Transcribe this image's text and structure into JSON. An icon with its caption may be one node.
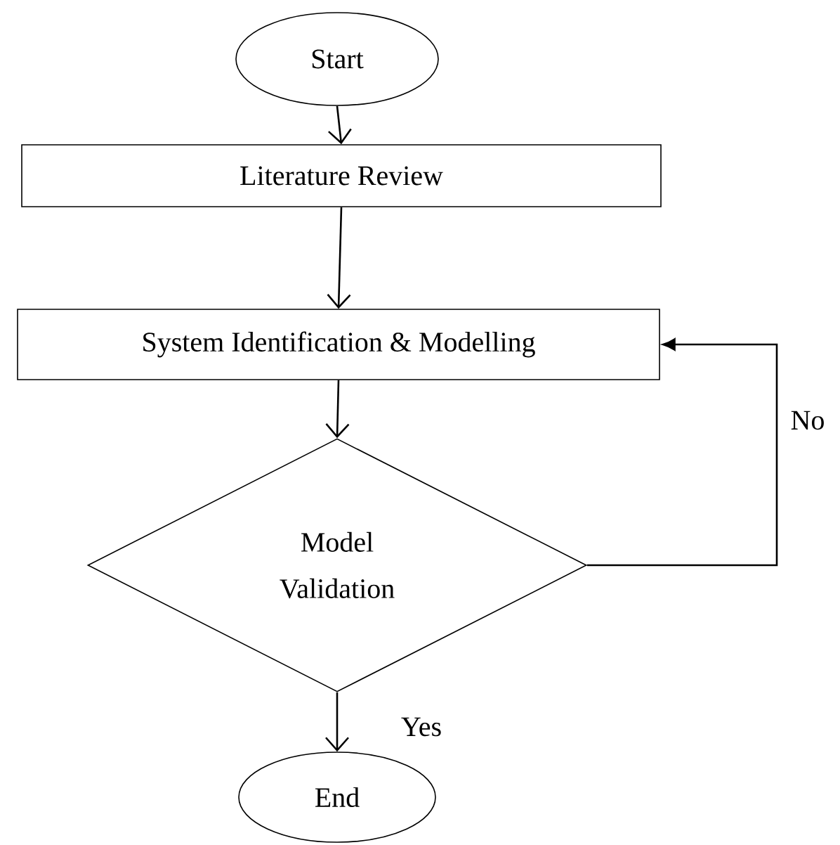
{
  "diagram": {
    "nodes": [
      {
        "text": [
          "Start"
        ]
      },
      {
        "text": [
          "Literature Review"
        ]
      },
      {
        "text": [
          "System Identification & Modelling"
        ]
      },
      {
        "text": [
          "Model Validation"
        ]
      },
      {
        "text": [
          "End"
        ]
      }
    ],
    "edges": [
      {
        "from": 0,
        "to": 1,
        "arrow": "to"
      },
      {
        "from": 1,
        "to": 2,
        "arrow": "to"
      },
      {
        "from": 2,
        "to": 3,
        "arrow": "to"
      },
      {
        "from": 3,
        "to": 2,
        "arrow": "to",
        "label": "No"
      },
      {
        "from": 3,
        "to": 4,
        "arrow": "to",
        "label": "Yes"
      }
    ]
  }
}
